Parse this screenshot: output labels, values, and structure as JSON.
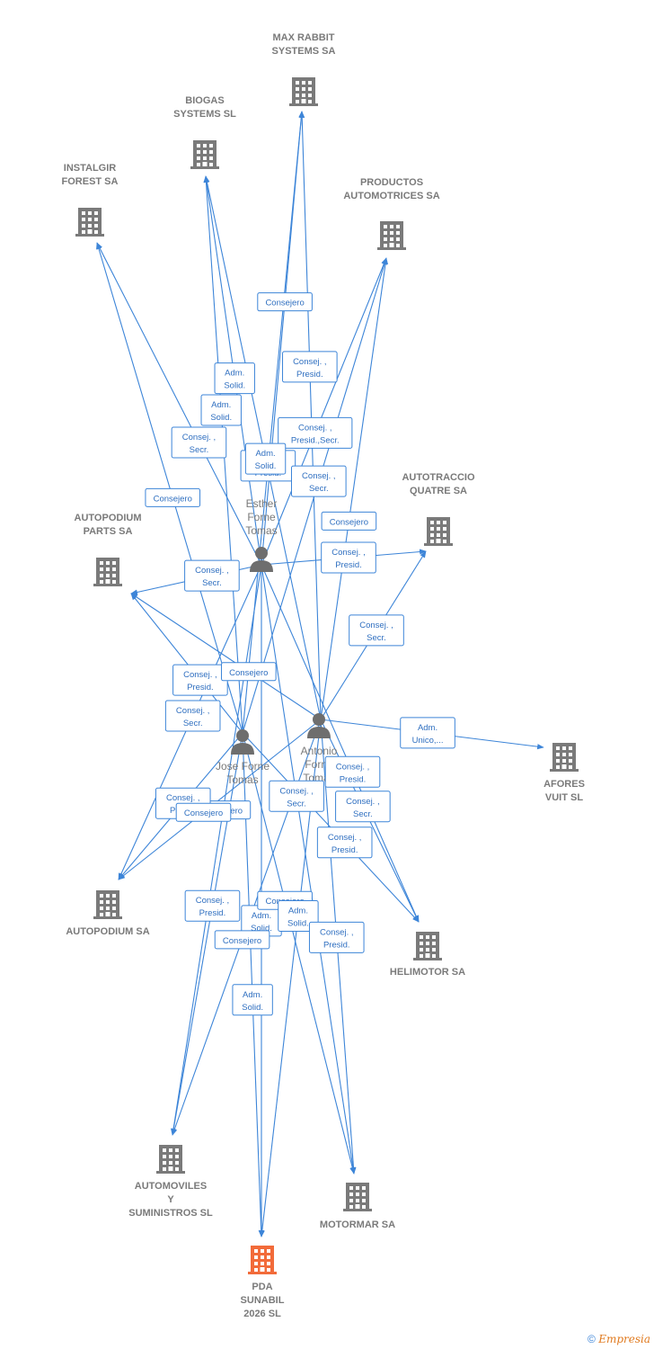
{
  "companies": [
    {
      "id": "maxrabbit",
      "lines": [
        "MAX RABBIT",
        "SYSTEMS SA"
      ],
      "highlight": false
    },
    {
      "id": "biogas",
      "lines": [
        "BIOGAS",
        "SYSTEMS SL"
      ],
      "highlight": false
    },
    {
      "id": "instalgir",
      "lines": [
        "INSTALGIR",
        "FOREST SA"
      ],
      "highlight": false
    },
    {
      "id": "productos",
      "lines": [
        "PRODUCTOS",
        "AUTOMOTRICES SA"
      ],
      "highlight": false
    },
    {
      "id": "autotraccio",
      "lines": [
        "AUTOTRACCIO",
        "QUATRE SA"
      ],
      "highlight": false
    },
    {
      "id": "autopodiumparts",
      "lines": [
        "AUTOPODIUM",
        "PARTS SA"
      ],
      "highlight": false
    },
    {
      "id": "afores",
      "lines": [
        "AFORES",
        "VUIT SL"
      ],
      "highlight": false
    },
    {
      "id": "autopodium",
      "lines": [
        "AUTOPODIUM SA"
      ],
      "highlight": false
    },
    {
      "id": "helimotor",
      "lines": [
        "HELIMOTOR SA"
      ],
      "highlight": false
    },
    {
      "id": "automoviles",
      "lines": [
        "AUTOMOVILES",
        "Y",
        "SUMINISTROS SL"
      ],
      "highlight": false
    },
    {
      "id": "motormar",
      "lines": [
        "MOTORMAR SA"
      ],
      "highlight": false
    },
    {
      "id": "pda",
      "lines": [
        "PDA",
        "SUNABIL",
        "2026  SL"
      ],
      "highlight": true
    }
  ],
  "people": [
    {
      "id": "esther",
      "lines": [
        "Esther",
        "Forne",
        "Tomas"
      ]
    },
    {
      "id": "jose",
      "lines": [
        "Jose Forne",
        "Tomas"
      ]
    },
    {
      "id": "antonio",
      "lines": [
        "Antonio",
        "Forne",
        "Tomas"
      ]
    }
  ],
  "edges": [
    {
      "from": "esther",
      "to": "instalgir",
      "label": [
        "Consej. ,",
        "Secr."
      ]
    },
    {
      "from": "esther",
      "to": "biogas",
      "label": [
        "Adm.",
        "Solid."
      ]
    },
    {
      "from": "esther",
      "to": "maxrabbit",
      "label": [
        "Consejero"
      ]
    },
    {
      "from": "esther",
      "to": "productos",
      "label": [
        "Consej. ,",
        "Presid.,Secr."
      ]
    },
    {
      "from": "esther",
      "to": "autotraccio",
      "label": [
        "Consej. ,",
        "Presid."
      ]
    },
    {
      "from": "esther",
      "to": "autopodiumparts",
      "label": [
        "Consej. ,",
        "Secr."
      ]
    },
    {
      "from": "esther",
      "to": "autopodium",
      "label": [
        "Consej. ,",
        "Secr."
      ]
    },
    {
      "from": "esther",
      "to": "helimotor",
      "label": [
        "Consej. ,",
        "Presid."
      ]
    },
    {
      "from": "esther",
      "to": "automoviles",
      "label": [
        "Consejero"
      ]
    },
    {
      "from": "esther",
      "to": "pda",
      "label": [
        "Adm.",
        "Solid."
      ]
    },
    {
      "from": "esther",
      "to": "motormar",
      "label": [
        "Consej. ,",
        "Secr."
      ]
    },
    {
      "from": "jose",
      "to": "instalgir",
      "label": [
        "Consejero"
      ]
    },
    {
      "from": "jose",
      "to": "biogas",
      "label": [
        "Adm.",
        "Solid."
      ]
    },
    {
      "from": "jose",
      "to": "maxrabbit",
      "label": [
        "Consej. ,",
        "Presid."
      ]
    },
    {
      "from": "jose",
      "to": "productos",
      "label": [
        "Consej. ,",
        "Secr."
      ]
    },
    {
      "from": "jose",
      "to": "autopodiumparts",
      "label": [
        "Consej. ,",
        "Presid."
      ]
    },
    {
      "from": "jose",
      "to": "autopodium",
      "label": [
        "Consej. ,",
        "Presid."
      ]
    },
    {
      "from": "jose",
      "to": "helimotor",
      "label": [
        "Consej. ,",
        "Presid."
      ]
    },
    {
      "from": "jose",
      "to": "automoviles",
      "label": [
        "Consej. ,",
        "Presid."
      ]
    },
    {
      "from": "jose",
      "to": "pda",
      "label": [
        "Adm.",
        "Solid."
      ]
    },
    {
      "from": "jose",
      "to": "motormar",
      "label": [
        "Consejero"
      ]
    },
    {
      "from": "antonio",
      "to": "biogas",
      "label": [
        "Adm.",
        "Solid."
      ]
    },
    {
      "from": "antonio",
      "to": "maxrabbit",
      "label": [
        "Consej. ,",
        "Presid."
      ]
    },
    {
      "from": "antonio",
      "to": "productos",
      "label": [
        "Consejero"
      ]
    },
    {
      "from": "antonio",
      "to": "autotraccio",
      "label": [
        "Consej. ,",
        "Secr."
      ]
    },
    {
      "from": "antonio",
      "to": "autopodiumparts",
      "label": [
        "Consejero"
      ]
    },
    {
      "from": "antonio",
      "to": "afores",
      "label": [
        "Adm.",
        "Unico,..."
      ]
    },
    {
      "from": "antonio",
      "to": "autopodium",
      "label": [
        "Consejero"
      ]
    },
    {
      "from": "antonio",
      "to": "helimotor",
      "label": [
        "Consej. ,",
        "Secr."
      ]
    },
    {
      "from": "antonio",
      "to": "automoviles",
      "label": [
        "Consejero"
      ]
    },
    {
      "from": "antonio",
      "to": "pda",
      "label": [
        "Adm.",
        "Solid."
      ]
    },
    {
      "from": "antonio",
      "to": "motormar",
      "label": [
        "Consej. ,",
        "Presid."
      ]
    }
  ],
  "footer": {
    "copyright": "©",
    "brand": "Empresia"
  },
  "colors": {
    "edge": "#3d85d8",
    "company": "#7a7a7a",
    "highlight": "#f26b3a",
    "person": "#6e6e6e"
  }
}
